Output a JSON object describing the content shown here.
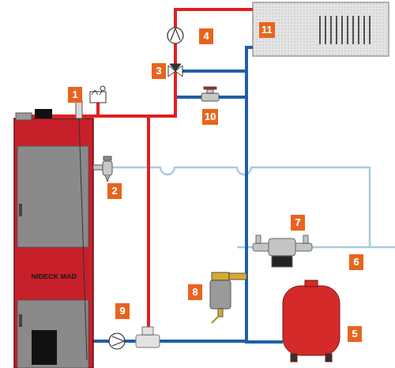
{
  "diagram": {
    "nodes": [
      {
        "text": [
          "NIDECK MAD"
        ]
      }
    ],
    "labels": [
      "1",
      "2",
      "3",
      "4",
      "5",
      "6",
      "7",
      "8",
      "9",
      "10",
      "11"
    ]
  }
}
